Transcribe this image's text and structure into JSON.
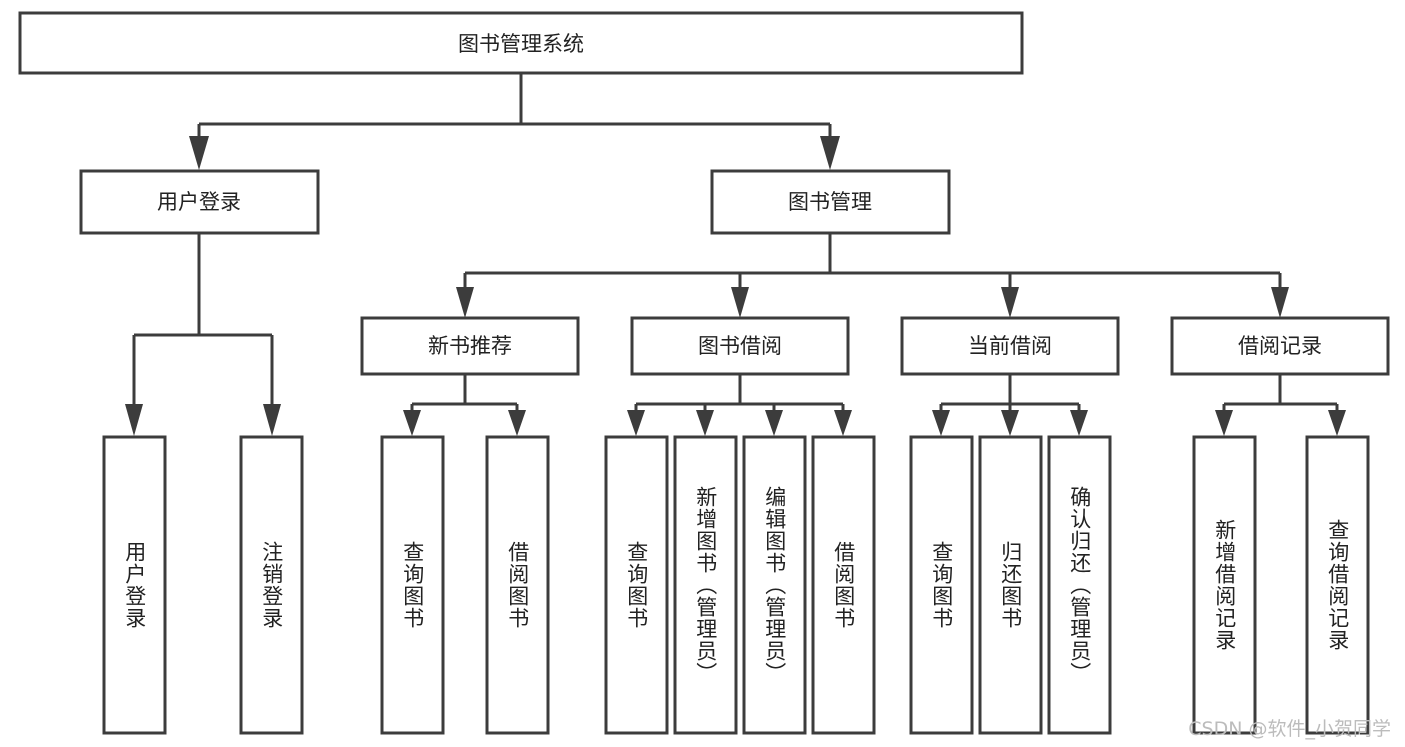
{
  "diagram": {
    "title": "图书管理系统",
    "type": "hierarchy-tree",
    "watermark": "CSDN @软件_小贺同学",
    "colors": {
      "box_stroke": "#3c3c3c",
      "box_fill": "#ffffff",
      "text": "#222222",
      "connector": "#3c3c3c",
      "watermark": "#bcbcbc",
      "background": "#ffffff"
    },
    "root": {
      "label": "图书管理系统"
    },
    "level2": [
      {
        "label": "用户登录"
      },
      {
        "label": "图书管理"
      }
    ],
    "level3": [
      {
        "label": "新书推荐"
      },
      {
        "label": "图书借阅"
      },
      {
        "label": "当前借阅"
      },
      {
        "label": "借阅记录"
      }
    ],
    "leaves": [
      {
        "label": "用户登录"
      },
      {
        "label": "注销登录"
      },
      {
        "label": "查询图书"
      },
      {
        "label": "借阅图书"
      },
      {
        "label": "查询图书"
      },
      {
        "label": "新增图书（管理员）"
      },
      {
        "label": "编辑图书（管理员）"
      },
      {
        "label": "借阅图书"
      },
      {
        "label": "查询图书"
      },
      {
        "label": "归还图书"
      },
      {
        "label": "确认归还（管理员）"
      },
      {
        "label": "新增借阅记录"
      },
      {
        "label": "查询借阅记录"
      }
    ]
  }
}
